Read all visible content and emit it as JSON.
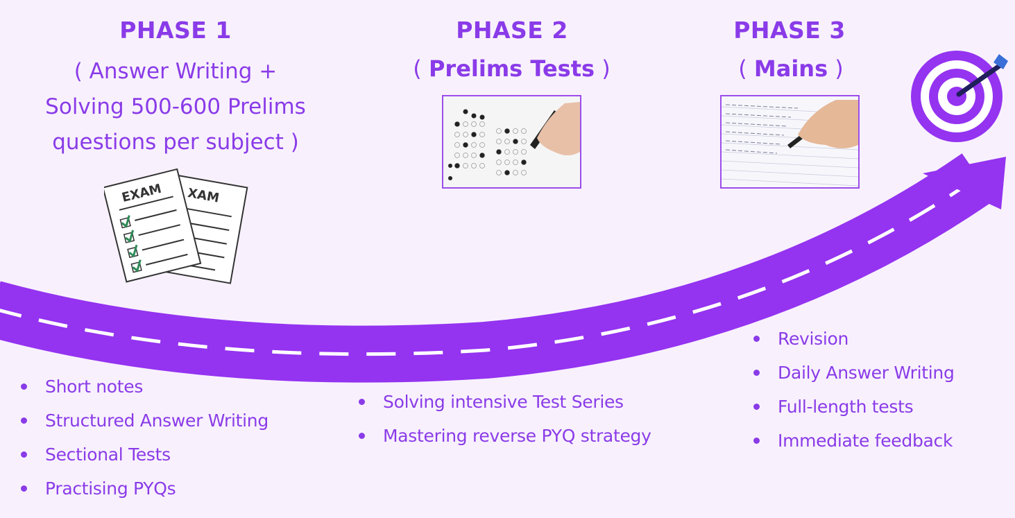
{
  "phases": [
    {
      "title": "PHASE 1",
      "subtitle_lines": [
        "( Answer Writing +",
        "Solving 500-600 Prelims",
        "questions per subject )"
      ],
      "image_icon": "exam-papers-icon",
      "bullets": [
        "Short notes",
        "Structured Answer Writing",
        "Sectional Tests",
        "Practising PYQs"
      ]
    },
    {
      "title": "PHASE 2",
      "subtitle_open": "( ",
      "subtitle_bold": "Prelims Tests",
      "subtitle_close": " )",
      "image_icon": "omr-sheet-photo",
      "bullets": [
        "Solving intensive Test Series",
        "Mastering reverse PYQ strategy"
      ]
    },
    {
      "title": "PHASE 3",
      "subtitle_open": "( ",
      "subtitle_bold": "Mains",
      "subtitle_close": " )",
      "image_icon": "answer-writing-photo",
      "bullets": [
        "Revision",
        "Daily Answer Writing",
        "Full-length tests",
        "Immediate feedback"
      ]
    }
  ],
  "exam_labels": [
    "EXAM",
    "XAM"
  ],
  "goal_icon": "target-arrow-icon",
  "colors": {
    "accent": "#8a3be8",
    "road": "#9433f0",
    "background": "#f8f1fd",
    "check": "#2e8b57"
  }
}
